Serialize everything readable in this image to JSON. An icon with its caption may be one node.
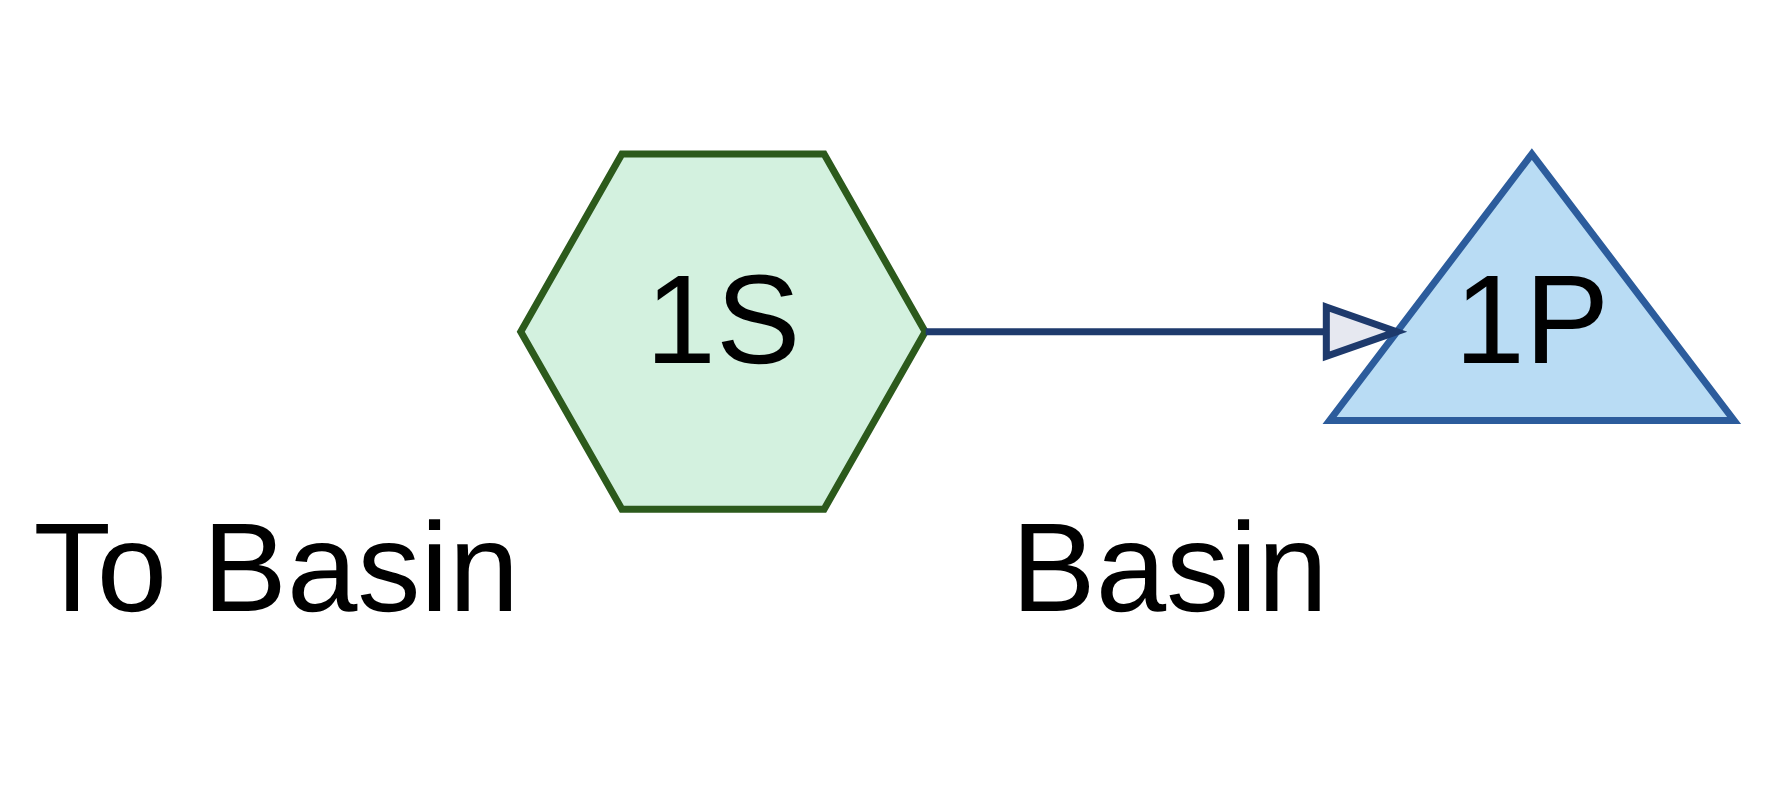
{
  "diagram": {
    "nodes": [
      {
        "text": [
          "1S"
        ],
        "beside": [
          "To Basin"
        ]
      },
      {
        "text": [
          "1P"
        ],
        "beside": [
          "Basin"
        ]
      }
    ],
    "edges": [
      {
        "from": 0,
        "to": 1,
        "arrow": "to"
      }
    ]
  }
}
